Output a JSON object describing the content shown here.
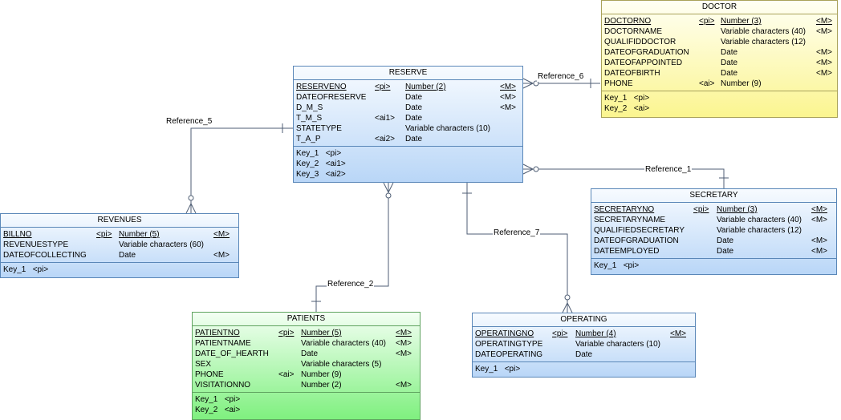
{
  "entities": {
    "reserve": {
      "title": "RESERVE",
      "attributes": [
        {
          "name": "RESERVENO",
          "flag": "<pi>",
          "type": "Number (2)",
          "mand": "<M>",
          "pk": true
        },
        {
          "name": "DATEOFRESERVE",
          "flag": "",
          "type": "Date",
          "mand": "<M>",
          "pk": false
        },
        {
          "name": "D_M_S",
          "flag": "",
          "type": "Date",
          "mand": "<M>",
          "pk": false
        },
        {
          "name": "T_M_S",
          "flag": "<ai1>",
          "type": "Date",
          "mand": "",
          "pk": false
        },
        {
          "name": "STATETYPE",
          "flag": "",
          "type": "Variable characters (10)",
          "mand": "",
          "pk": false
        },
        {
          "name": "T_A_P",
          "flag": "<ai2>",
          "type": "Date",
          "mand": "",
          "pk": false
        }
      ],
      "keys": [
        "Key_1   <pi>",
        "Key_2   <ai1>",
        "Key_3   <ai2>"
      ]
    },
    "doctor": {
      "title": "DOCTOR",
      "attributes": [
        {
          "name": "DOCTORNO",
          "flag": "<pi>",
          "type": "Number (3)",
          "mand": "<M>",
          "pk": true
        },
        {
          "name": "DOCTORNAME",
          "flag": "",
          "type": "Variable characters (40)",
          "mand": "<M>",
          "pk": false
        },
        {
          "name": "QUALIFIDDOCTOR",
          "flag": "",
          "type": "Variable characters (12)",
          "mand": "",
          "pk": false
        },
        {
          "name": "DATEOFGRADUATION",
          "flag": "",
          "type": "Date",
          "mand": "<M>",
          "pk": false
        },
        {
          "name": "DATEOFAPPOINTED",
          "flag": "",
          "type": "Date",
          "mand": "<M>",
          "pk": false
        },
        {
          "name": "DATEOFBIRTH",
          "flag": "",
          "type": "Date",
          "mand": "<M>",
          "pk": false
        },
        {
          "name": "PHONE",
          "flag": "<ai>",
          "type": "Number (9)",
          "mand": "",
          "pk": false
        }
      ],
      "keys": [
        "Key_1   <pi>",
        "Key_2   <ai>"
      ]
    },
    "secretary": {
      "title": "SECRETARY",
      "attributes": [
        {
          "name": "SECRETARYNO",
          "flag": "<pi>",
          "type": "Number (3)",
          "mand": "<M>",
          "pk": true
        },
        {
          "name": "SECRETARYNAME",
          "flag": "",
          "type": "Variable characters (40)",
          "mand": "<M>",
          "pk": false
        },
        {
          "name": "QUALIFIEDSECRETARY",
          "flag": "",
          "type": "Variable characters (12)",
          "mand": "",
          "pk": false
        },
        {
          "name": "DATEOFGRADUATION",
          "flag": "",
          "type": "Date",
          "mand": "<M>",
          "pk": false
        },
        {
          "name": "DATEEMPLOYED",
          "flag": "",
          "type": "Date",
          "mand": "<M>",
          "pk": false
        }
      ],
      "keys": [
        "Key_1   <pi>"
      ]
    },
    "revenues": {
      "title": "REVENUES",
      "attributes": [
        {
          "name": "BILLNO",
          "flag": "<pi>",
          "type": "Number (5)",
          "mand": "<M>",
          "pk": true
        },
        {
          "name": "REVENUESTYPE",
          "flag": "",
          "type": "Variable characters (60)",
          "mand": "",
          "pk": false
        },
        {
          "name": "DATEOFCOLLECTING",
          "flag": "",
          "type": "Date",
          "mand": "<M>",
          "pk": false
        }
      ],
      "keys": [
        "Key_1   <pi>"
      ]
    },
    "patients": {
      "title": "PATIENTS",
      "attributes": [
        {
          "name": "PATIENTNO",
          "flag": "<pi>",
          "type": "Number (5)",
          "mand": "<M>",
          "pk": true
        },
        {
          "name": "PATIENTNAME",
          "flag": "",
          "type": "Variable characters (40)",
          "mand": "<M>",
          "pk": false
        },
        {
          "name": "DATE_OF_HEARTH",
          "flag": "",
          "type": "Date",
          "mand": "<M>",
          "pk": false
        },
        {
          "name": "SEX",
          "flag": "",
          "type": "Variable characters (5)",
          "mand": "",
          "pk": false
        },
        {
          "name": "PHONE",
          "flag": "<ai>",
          "type": "Number (9)",
          "mand": "",
          "pk": false
        },
        {
          "name": "VISITATIONNO",
          "flag": "",
          "type": "Number (2)",
          "mand": "<M>",
          "pk": false
        }
      ],
      "keys": [
        "Key_1   <pi>",
        "Key_2   <ai>"
      ]
    },
    "operating": {
      "title": "OPERATING",
      "attributes": [
        {
          "name": "OPERATINGNO",
          "flag": "<pi>",
          "type": "Number (4)",
          "mand": "<M>",
          "pk": true
        },
        {
          "name": "OPERATINGTYPE",
          "flag": "",
          "type": "Variable characters (10)",
          "mand": "",
          "pk": false
        },
        {
          "name": "DATEOPERATING",
          "flag": "",
          "type": "Date",
          "mand": "",
          "pk": false
        }
      ],
      "keys": [
        "Key_1   <pi>"
      ]
    }
  },
  "references": {
    "ref1": "Reference_1",
    "ref2": "Reference_2",
    "ref5": "Reference_5",
    "ref6": "Reference_6",
    "ref7": "Reference_7"
  },
  "colors": {
    "line": "#4f5e74",
    "entity_border": "#5a87b8",
    "blue_fill": "#b9d6f7",
    "yellow_fill": "#fbf590",
    "green_fill": "#7ff07f"
  }
}
